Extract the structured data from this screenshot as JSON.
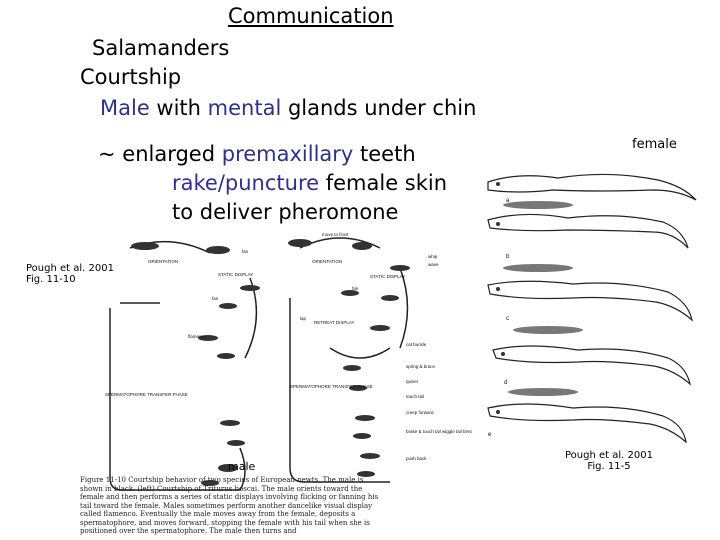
{
  "slide": {
    "title": "Communication",
    "line1": "Salamanders",
    "line2": "Courtship",
    "line3_a": "Male",
    "line3_b": " with ",
    "line3_c": "mental",
    "line3_d": " glands under chin",
    "line4_a": "~ enlarged ",
    "line4_b": "premaxillary",
    "line4_c": " teeth",
    "line5_a": "rake/puncture",
    "line5_b": " female skin",
    "line6": "to deliver pheromone"
  },
  "left_figure": {
    "citation_line1": "Pough et al. 2001",
    "citation_line2": "Fig. 11-10",
    "male_label": "male",
    "cycle1_labels": [
      "ORIENTATION",
      "STATIC DISPLAY",
      "fan",
      "fan",
      "SPERMATOPHORE TRANSFER PHASE",
      "flamenco"
    ],
    "cycle2_labels": [
      "move to front",
      "ORIENTATION",
      "STATIC DISPLAY",
      "fan",
      "lap",
      "RETREAT DISPLAY",
      "SPERMATOPHORE TRANSFER PHASE",
      "whip",
      "wave",
      "cat buckle",
      "spring & brace",
      "quiver",
      "touch tail",
      "creep forward",
      "push back",
      "brake & touch tail wiggle tail bent"
    ],
    "caption": "Figure 11-10 Courtship behavior of two species of European newts. The male is shown in black. (left) Courtship of Triturus boscai. The male orients toward the female and then performs a series of static displays involving flicking or fanning his tail toward the female. Males sometimes perform another dancelike visual display called flamenco. Eventually the male moves away from the female, deposits a spermatophore, and moves forward, stopping the female with his tail when she is positioned over the spermatophore. The male then turns and"
  },
  "right_figure": {
    "female_label": "female",
    "panel_letters": [
      "a",
      "b",
      "c",
      "d",
      "e"
    ],
    "citation_line1": "Pough et al. 2001",
    "citation_line2": "Fig. 11-5"
  },
  "colors": {
    "text": "#000000",
    "accent": "#2f2f8f",
    "background": "#ffffff"
  }
}
